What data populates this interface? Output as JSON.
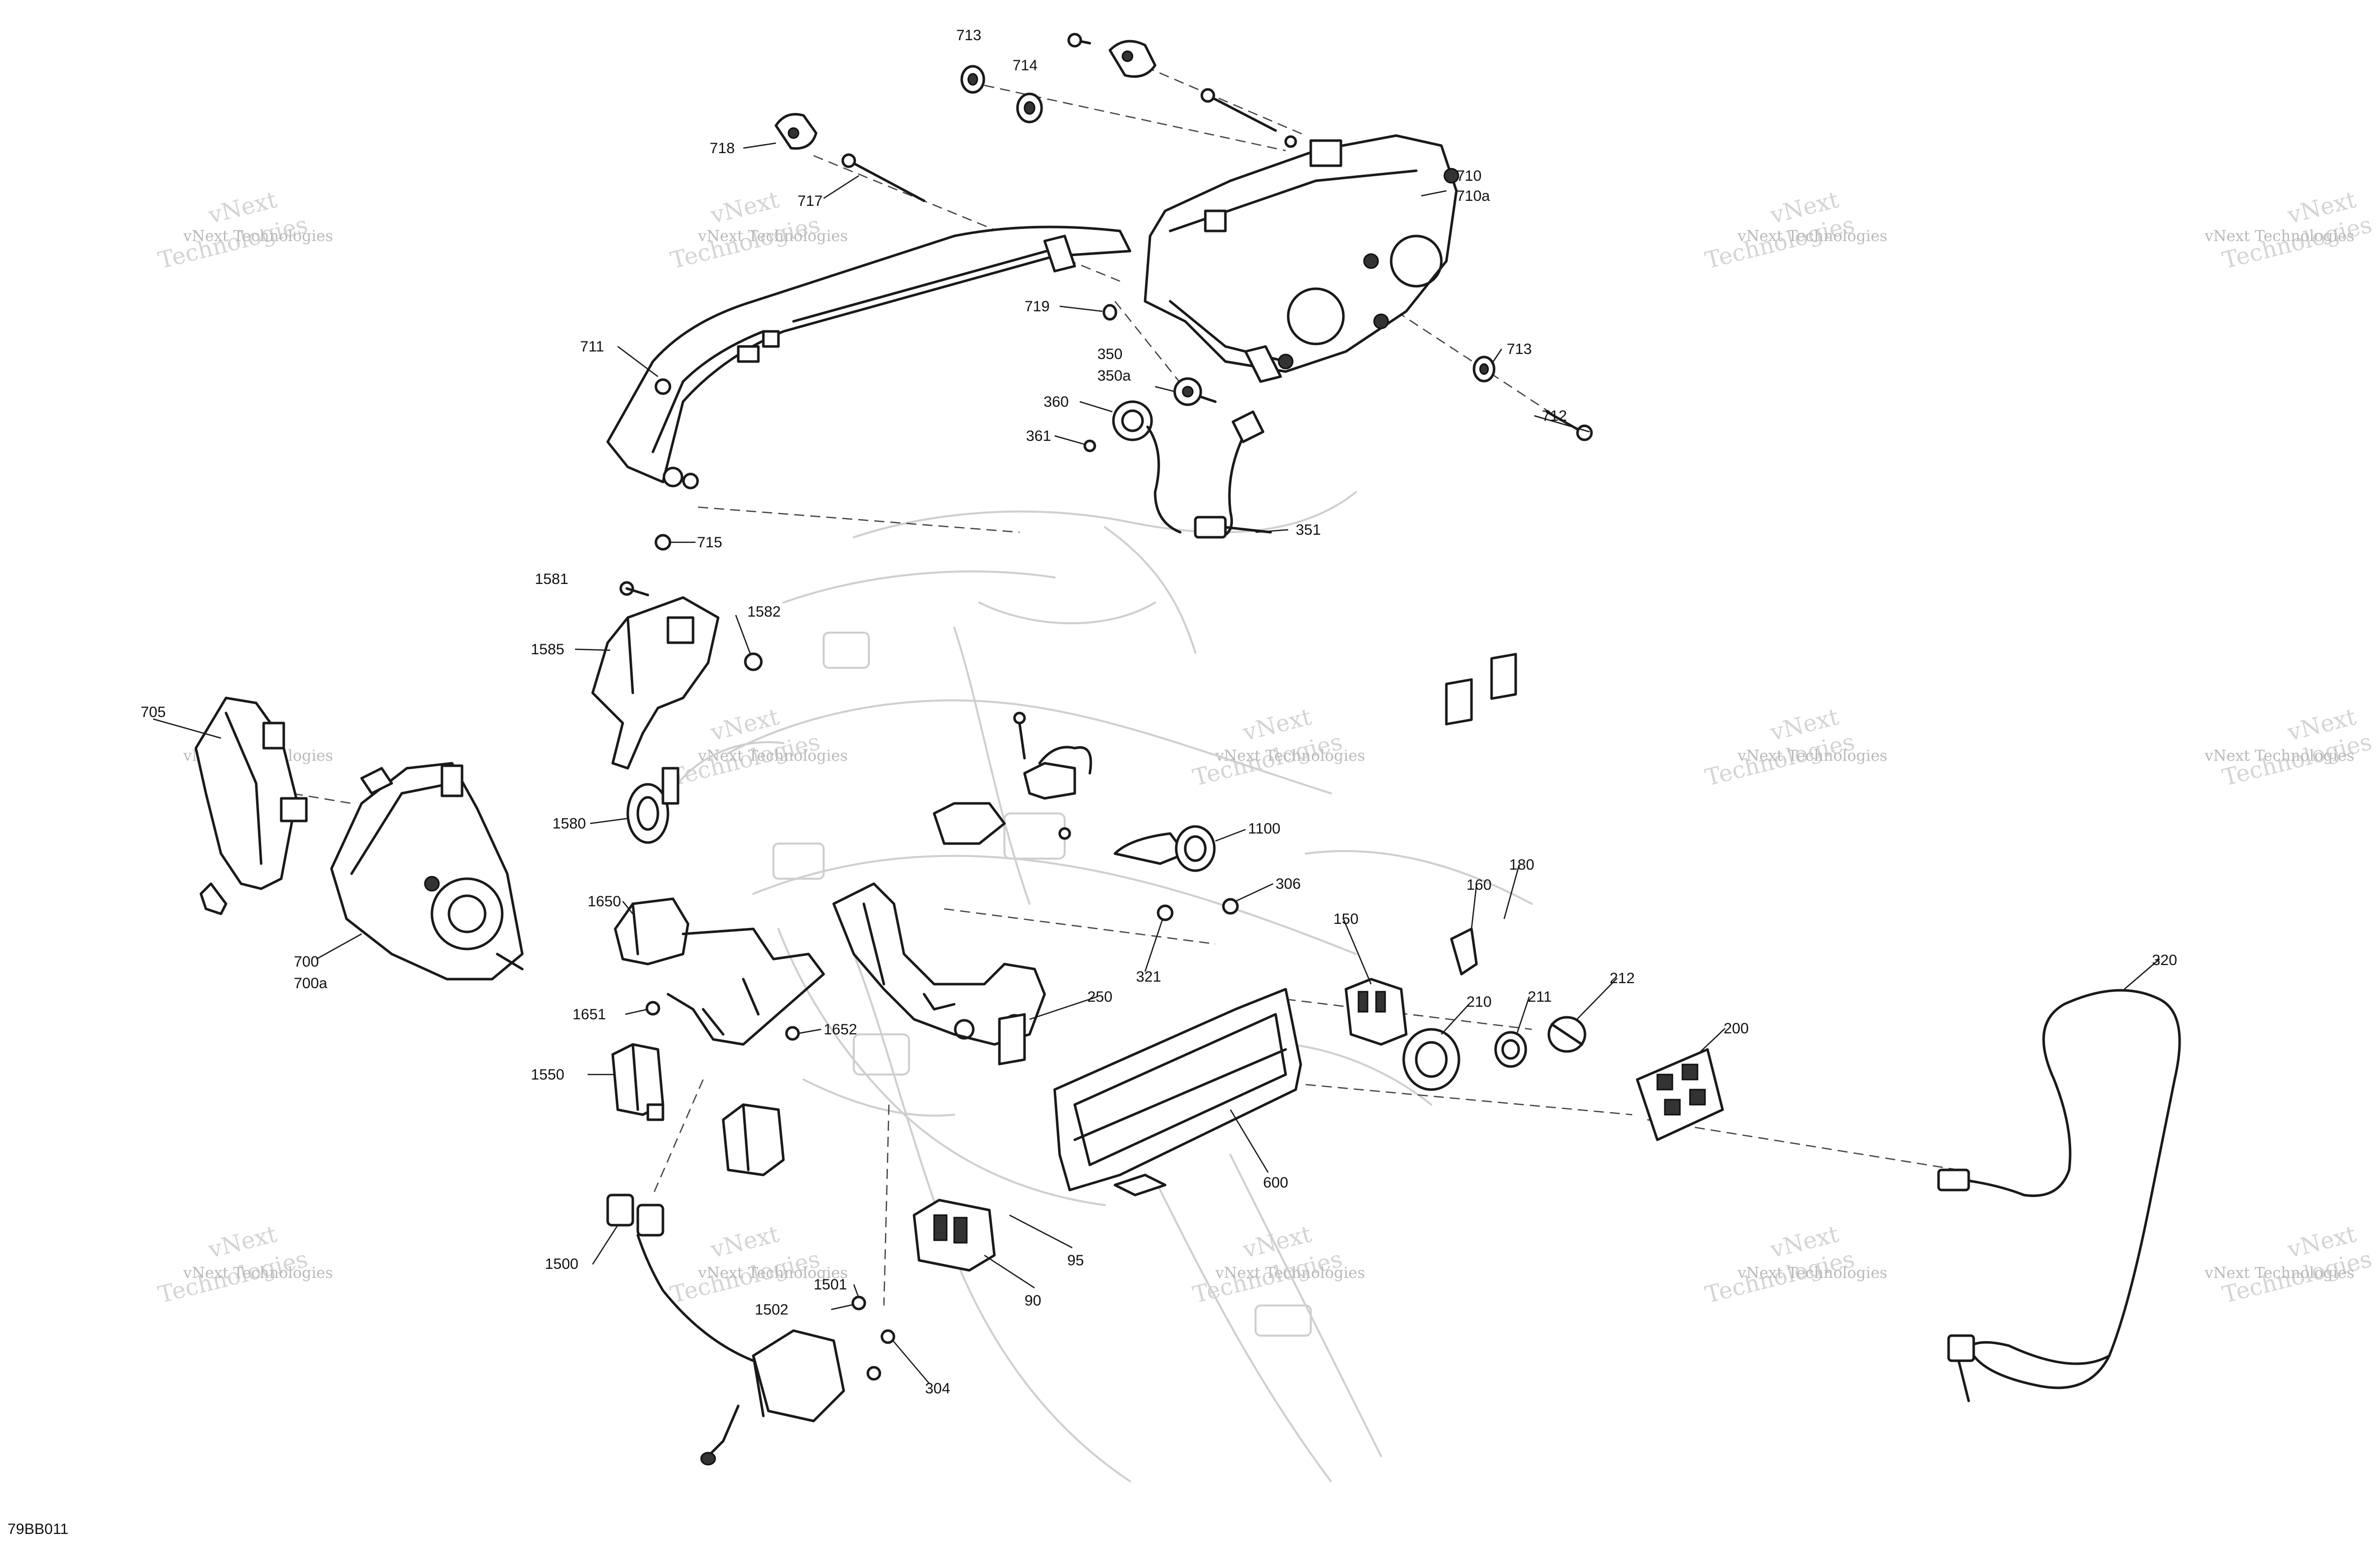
{
  "diagram_code": "79BB011",
  "watermark": {
    "line1": "vNext Technologies",
    "line2": "vNext",
    "line3": "Technologies"
  },
  "callouts": {
    "c713a": "713",
    "c714": "714",
    "c718": "718",
    "c717": "717",
    "c710": "710",
    "c710a": "710a",
    "c711": "711",
    "c719": "719",
    "c350": "350",
    "c350a": "350a",
    "c360": "360",
    "c361": "361",
    "c713b": "713",
    "c712": "712",
    "c351": "351",
    "c715": "715",
    "c1581": "1581",
    "c1582": "1582",
    "c1585": "1585",
    "c705": "705",
    "c1580": "1580",
    "c1100": "1100",
    "c306": "306",
    "c1650": "1650",
    "c160": "160",
    "c180": "180",
    "c700": "700",
    "c700a": "700a",
    "c321": "321",
    "c150": "150",
    "c320": "320",
    "c250": "250",
    "c210": "210",
    "c211": "211",
    "c212": "212",
    "c1651": "1651",
    "c1652": "1652",
    "c200": "200",
    "c1550": "1550",
    "c600": "600",
    "c95": "95",
    "c90": "90",
    "c1500": "1500",
    "c1501": "1501",
    "c1502": "1502",
    "c304": "304"
  }
}
